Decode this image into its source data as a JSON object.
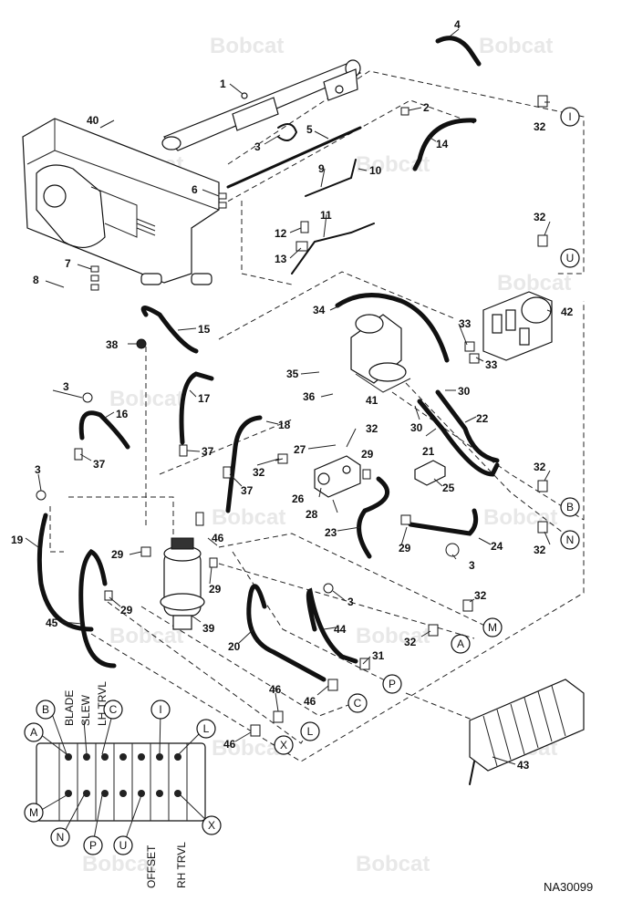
{
  "drawing_code": "NA30099",
  "watermark": "Bobcat",
  "part_labels": [
    "1",
    "2",
    "3",
    "4",
    "5",
    "6",
    "7",
    "8",
    "9",
    "10",
    "11",
    "12",
    "13",
    "14",
    "15",
    "16",
    "17",
    "18",
    "19",
    "20",
    "21",
    "22",
    "23",
    "24",
    "25",
    "26",
    "27",
    "28",
    "29",
    "30",
    "31",
    "32",
    "33",
    "34",
    "35",
    "36",
    "37",
    "38",
    "39",
    "40",
    "41",
    "42",
    "43",
    "44",
    "45",
    "46"
  ],
  "connection_letters": [
    "I",
    "U",
    "B",
    "N",
    "M",
    "A",
    "P",
    "C",
    "L",
    "X"
  ],
  "valve_labels": {
    "top": [
      "BLADE",
      "SLEW",
      "LH TRVL"
    ],
    "bottom": [
      "OFFSET",
      "RH TRVL"
    ]
  }
}
